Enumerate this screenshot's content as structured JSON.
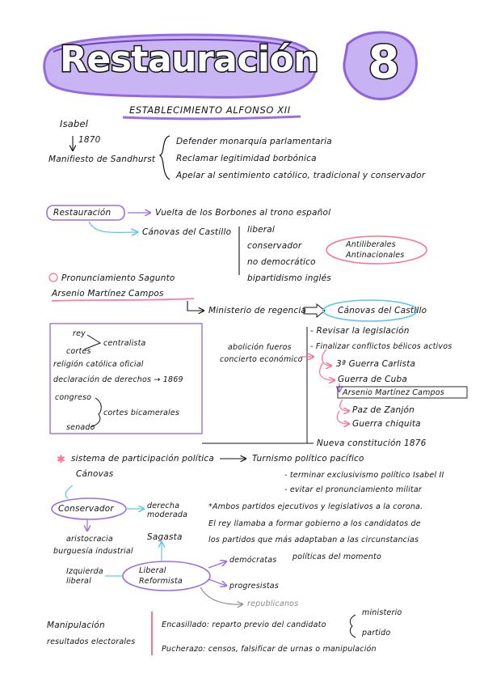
{
  "header": {
    "title": "Restauración",
    "number": "8",
    "subtitle": "ESTABLECIMIENTO ALFONSO XII"
  },
  "section1": {
    "isabel": "Isabel",
    "year": "1870",
    "manifesto": "Manifiesto de Sandhurst",
    "points": [
      "Defender monarquía parlamentaria",
      "Reclamar legitimidad borbónica",
      "Apelar al sentimiento católico, tradicional y conservador"
    ]
  },
  "section2": {
    "restauracion": "Restauración",
    "vuelta": "Vuelta de los Borbones al trono español",
    "canovas": "Cánovas del Castillo",
    "traits": [
      "liberal",
      "conservador",
      "no democrático",
      "bipartidismo inglés"
    ],
    "anti": [
      "Antiliberales",
      "Antinacionales"
    ],
    "pronunciamiento": "Pronunciamiento Sagunto",
    "arsenio": "Arsenio Martínez Campos",
    "ministerio": "Ministerio de regencia",
    "canovas2": "Cánovas del Castillo"
  },
  "section3": {
    "rey": "rey",
    "cortes": "cortes",
    "centralista": "centralista",
    "religion": "religión católica oficial",
    "declaracion": "declaración de derechos → 1869",
    "congreso": "congreso",
    "cortes_bicamerales": "cortes bicamerales",
    "senado": "senado",
    "abolicion": "abolición fueros",
    "concierto": "concierto económico",
    "revisar": "- Revisar la legislación",
    "finalizar": "- Finalizar conflictos bélicos activos",
    "guerra_carlista": "3ª Guerra Carlista",
    "guerra_cuba": "Guerra de Cuba",
    "arsenio": "Arsenio Martínez Campos",
    "paz": "Paz de Zanjón",
    "guerra_chiquita": "Guerra chiquita",
    "constitucion": "Nueva constitución 1876"
  },
  "section4": {
    "sistema": "sistema de participación política",
    "turnismo": "Turnismo político pacífico",
    "canovas": "Cánovas",
    "terminar": "- terminar exclusivismo político Isabel II",
    "evitar": "- evitar el pronunciamiento militar",
    "conservador": "Conservador",
    "derecha": "derecha",
    "moderada": "moderada",
    "aristocracia": "aristocracia",
    "burguesia": "burguesía industrial",
    "alternancia": [
      "*Ambos partidos ejecutivos y legislativos a la corona.",
      "El rey llamaba a formar gobierno a los candidatos de",
      "los partidos que más adaptaban a las circunstancias",
      "políticas del momento"
    ],
    "sagasta": "Sagasta",
    "izquierda": "Izquierda",
    "liberal_label": "liberal",
    "liberal": "Liberal",
    "reformista": "Reformista",
    "democratas": "demócratas",
    "progresistas": "progresistas",
    "republicanos": "republicanos"
  },
  "section5": {
    "manipulacion": "Manipulación",
    "resultados": "resultados electorales",
    "encasillado": "Encasillado: reparto previo del candidato",
    "ministerio": "ministerio",
    "partido": "partido",
    "pucherazo": "Pucherazo: censos, falsificar de urnas o manipulación"
  },
  "colors": {
    "purple": "#9b6fe0",
    "pink": "#ff7aa8",
    "cyan": "#6ed0f0",
    "red": "#ff6f91"
  }
}
